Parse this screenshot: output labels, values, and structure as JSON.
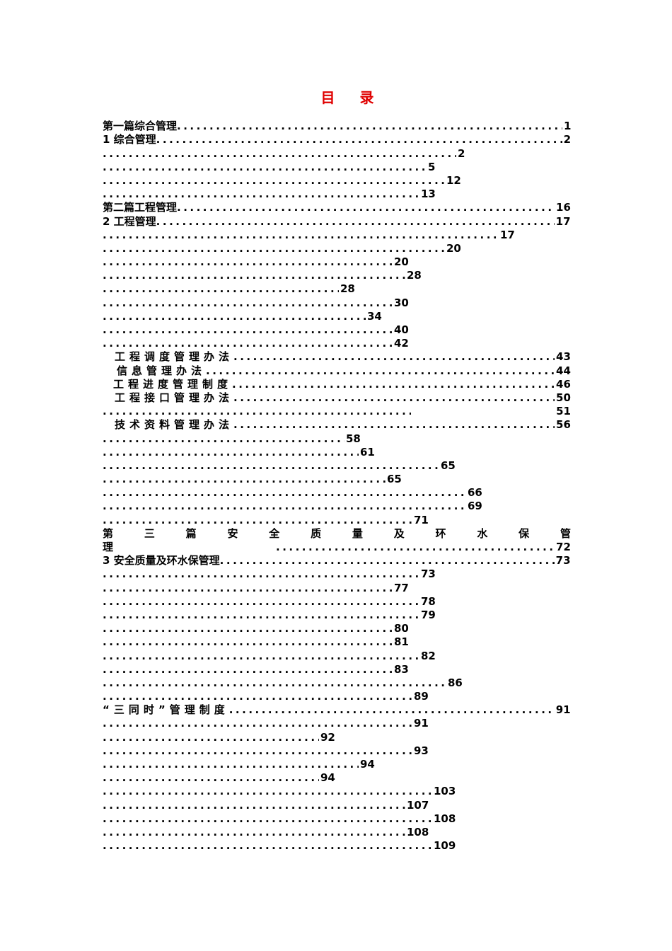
{
  "document": {
    "title": "目 录",
    "entries": [
      {
        "label": "第一篇综合管理",
        "page": "1",
        "style": "full"
      },
      {
        "label": "1 综合管理",
        "page": "2",
        "style": "full"
      },
      {
        "label": "",
        "page": "2",
        "style": "partial",
        "w": 500
      },
      {
        "label": "",
        "page": "5",
        "style": "partial",
        "w": 458
      },
      {
        "label": "",
        "page": "12",
        "style": "partial",
        "w": 484
      },
      {
        "label": "",
        "page": "13",
        "style": "partial",
        "w": 448
      },
      {
        "label": "第二篇工程管理",
        "page": "16",
        "style": "full"
      },
      {
        "label": "2 工程管理",
        "page": "17",
        "style": "full"
      },
      {
        "label": "",
        "page": "17",
        "style": "partial",
        "w": 560
      },
      {
        "label": "",
        "page": "20",
        "style": "partial",
        "w": 484
      },
      {
        "label": "",
        "page": "20",
        "style": "partial",
        "w": 410
      },
      {
        "label": "",
        "page": "28",
        "style": "partial",
        "w": 428
      },
      {
        "label": "",
        "page": "28",
        "style": "partial",
        "w": 334
      },
      {
        "label": "",
        "page": "30",
        "style": "partial",
        "w": 410
      },
      {
        "label": "",
        "page": "34",
        "style": "partial",
        "w": 372
      },
      {
        "label": "",
        "page": "40",
        "style": "partial",
        "w": 410
      },
      {
        "label": "",
        "page": "42",
        "style": "partial",
        "w": 410
      },
      {
        "label": "工程调度管理办法",
        "page": "43",
        "style": "indent"
      },
      {
        "label": "信息管理办法",
        "page": "44",
        "style": "indent2"
      },
      {
        "label": "工程进度管理制度",
        "page": "46",
        "style": "indent3"
      },
      {
        "label": "工程接口管理办法",
        "page": "50",
        "style": "indent"
      },
      {
        "label": "",
        "page": "51",
        "style": "gap"
      },
      {
        "label": "技术资料管理办法",
        "page": "56",
        "style": "indent"
      },
      {
        "label": "",
        "page": "58",
        "style": "partial",
        "w": 342
      },
      {
        "label": "",
        "page": "61",
        "style": "partial",
        "w": 362
      },
      {
        "label": "",
        "page": "65",
        "style": "partial",
        "w": 476
      },
      {
        "label": "",
        "page": "65",
        "style": "partial",
        "w": 400
      },
      {
        "label": "",
        "page": "66",
        "style": "partial",
        "w": 514
      },
      {
        "label": "",
        "page": "69",
        "style": "partial",
        "w": 514
      },
      {
        "label": "",
        "page": "71",
        "style": "partial",
        "w": 438
      },
      {
        "label": "第三篇安全质量及环水保管",
        "page": "",
        "style": "justified"
      },
      {
        "label": "理",
        "page": "72",
        "style": "tail"
      },
      {
        "label": "3 安全质量及环水保管理",
        "page": "73",
        "style": "full"
      },
      {
        "label": "",
        "page": "73",
        "style": "partial",
        "w": 448
      },
      {
        "label": "",
        "page": "77",
        "style": "partial",
        "w": 410
      },
      {
        "label": "",
        "page": "78",
        "style": "partial",
        "w": 448
      },
      {
        "label": "",
        "page": "79",
        "style": "partial",
        "w": 448
      },
      {
        "label": "",
        "page": "80",
        "style": "partial",
        "w": 410
      },
      {
        "label": "",
        "page": "81",
        "style": "partial",
        "w": 410
      },
      {
        "label": "",
        "page": "82",
        "style": "partial",
        "w": 448
      },
      {
        "label": "",
        "page": "83",
        "style": "partial",
        "w": 410
      },
      {
        "label": "",
        "page": "86",
        "style": "partial",
        "w": 486
      },
      {
        "label": "",
        "page": "89",
        "style": "partial",
        "w": 438
      },
      {
        "label": "“三同时”管理制度",
        "page": "91",
        "style": "indent4"
      },
      {
        "label": "",
        "page": "91",
        "style": "partial",
        "w": 438
      },
      {
        "label": "",
        "page": "92",
        "style": "partial",
        "w": 306
      },
      {
        "label": "",
        "page": "93",
        "style": "partial",
        "w": 438
      },
      {
        "label": "",
        "page": "94",
        "style": "partial",
        "w": 362
      },
      {
        "label": "",
        "page": "94",
        "style": "partial",
        "w": 306
      },
      {
        "label": "",
        "page": "103",
        "style": "partial",
        "w": 466
      },
      {
        "label": "",
        "page": "107",
        "style": "partial",
        "w": 428
      },
      {
        "label": "",
        "page": "108",
        "style": "partial",
        "w": 466
      },
      {
        "label": "",
        "page": "108",
        "style": "partial",
        "w": 428
      },
      {
        "label": "",
        "page": "109",
        "style": "partial",
        "w": 466
      }
    ]
  }
}
